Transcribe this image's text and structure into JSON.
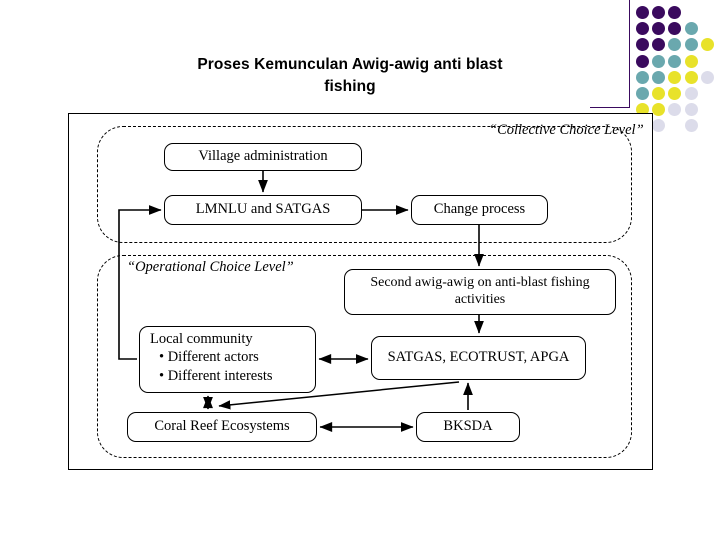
{
  "slide": {
    "title_line1": "Proses Kemunculan Awig-awig anti blast",
    "title_line2": "fishing"
  },
  "decor": {
    "name": "dot-grid-motif",
    "colors": {
      "dark_purple": "#3a0a5e",
      "teal": "#6aa8ae",
      "yellow": "#e8e22a",
      "pale_lavender": "#dcdcea",
      "rule": "#3a0a5e"
    },
    "dots": [
      {
        "col": 0,
        "row": 0,
        "color": "#3a0a5e"
      },
      {
        "col": 1,
        "row": 0,
        "color": "#3a0a5e"
      },
      {
        "col": 2,
        "row": 0,
        "color": "#3a0a5e"
      },
      {
        "col": 0,
        "row": 1,
        "color": "#3a0a5e"
      },
      {
        "col": 1,
        "row": 1,
        "color": "#3a0a5e"
      },
      {
        "col": 2,
        "row": 1,
        "color": "#3a0a5e"
      },
      {
        "col": 3,
        "row": 1,
        "color": "#6aa8ae"
      },
      {
        "col": 0,
        "row": 2,
        "color": "#3a0a5e"
      },
      {
        "col": 1,
        "row": 2,
        "color": "#3a0a5e"
      },
      {
        "col": 2,
        "row": 2,
        "color": "#6aa8ae"
      },
      {
        "col": 3,
        "row": 2,
        "color": "#6aa8ae"
      },
      {
        "col": 4,
        "row": 2,
        "color": "#e8e22a"
      },
      {
        "col": 0,
        "row": 3,
        "color": "#3a0a5e"
      },
      {
        "col": 1,
        "row": 3,
        "color": "#6aa8ae"
      },
      {
        "col": 2,
        "row": 3,
        "color": "#6aa8ae"
      },
      {
        "col": 3,
        "row": 3,
        "color": "#e8e22a"
      },
      {
        "col": 0,
        "row": 4,
        "color": "#6aa8ae"
      },
      {
        "col": 1,
        "row": 4,
        "color": "#6aa8ae"
      },
      {
        "col": 2,
        "row": 4,
        "color": "#e8e22a"
      },
      {
        "col": 3,
        "row": 4,
        "color": "#e8e22a"
      },
      {
        "col": 4,
        "row": 4,
        "color": "#dcdcea"
      },
      {
        "col": 0,
        "row": 5,
        "color": "#6aa8ae"
      },
      {
        "col": 1,
        "row": 5,
        "color": "#e8e22a"
      },
      {
        "col": 2,
        "row": 5,
        "color": "#e8e22a"
      },
      {
        "col": 3,
        "row": 5,
        "color": "#dcdcea"
      },
      {
        "col": 0,
        "row": 6,
        "color": "#e8e22a"
      },
      {
        "col": 1,
        "row": 6,
        "color": "#e8e22a"
      },
      {
        "col": 2,
        "row": 6,
        "color": "#dcdcea"
      },
      {
        "col": 3,
        "row": 6,
        "color": "#dcdcea"
      },
      {
        "col": 1,
        "row": 7,
        "color": "#dcdcea"
      },
      {
        "col": 3,
        "row": 7,
        "color": "#dcdcea"
      }
    ]
  },
  "diagram": {
    "regions": [
      {
        "id": "collective",
        "label": "“Collective Choice Level”"
      },
      {
        "id": "operational",
        "label": "“Operational Choice Level”"
      }
    ],
    "nodes": {
      "village": "Village administration",
      "lmnlu": "LMNLU and SATGAS",
      "change": "Change process",
      "second_awig": "Second awig-awig on anti-blast fishing activities",
      "satgas_ecotrust": "SATGAS, ECOTRUST, APGA",
      "local_community_title": "Local community",
      "local_community_item1": "• Different actors",
      "local_community_item2": "• Different interests",
      "coral": "Coral Reef Ecosystems",
      "bksda": "BKSDA"
    },
    "edges": [
      {
        "from": "village",
        "to": "lmnlu",
        "style": "arrow-down"
      },
      {
        "from": "lmnlu",
        "to": "change",
        "style": "arrow-right"
      },
      {
        "from": "change",
        "to": "second_awig",
        "style": "arrow-down"
      },
      {
        "from": "second_awig",
        "to": "satgas_ecotrust",
        "style": "arrow-down"
      },
      {
        "from": "local_community",
        "to": "satgas_ecotrust",
        "style": "double-arrow-horizontal"
      },
      {
        "from": "local_community",
        "to": "coral",
        "style": "double-arrow-vertical"
      },
      {
        "from": "coral",
        "to": "bksda",
        "style": "double-arrow-horizontal"
      },
      {
        "from": "bksda",
        "to": "satgas_ecotrust",
        "style": "arrow-up"
      },
      {
        "from": "satgas_ecotrust",
        "to": "coral",
        "style": "arrow-diagonal"
      },
      {
        "from": "local_community",
        "to": "lmnlu",
        "style": "feedback-elbow-left"
      }
    ]
  }
}
